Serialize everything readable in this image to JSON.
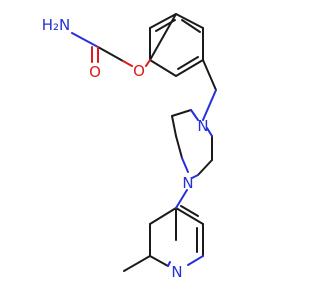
{
  "molecule": {
    "labels": {
      "amide_n": "H₂N",
      "carbonyl_o": "O",
      "ether_o": "O",
      "ring_n1": "N",
      "ring_n2": "N",
      "pyridine_n": "N"
    }
  }
}
